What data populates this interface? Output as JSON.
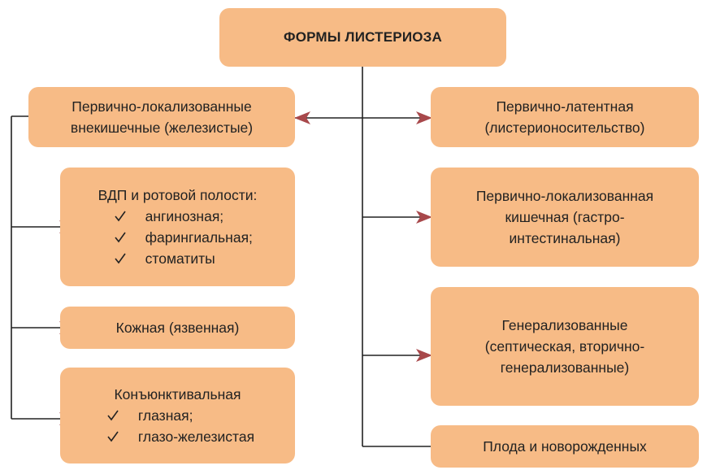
{
  "title": "ФОРМЫ ЛИСТЕРИОЗА",
  "left_column": {
    "primary_local": {
      "lines": [
        "Первично-локализованные",
        "внекишечные (железистые)"
      ]
    },
    "upper_resp": {
      "heading": "ВДП и ротовой полости:",
      "items": [
        "ангинозная;",
        "фарингиальная;",
        "стоматиты"
      ]
    },
    "skin": {
      "label": "Кожная (язвенная)"
    },
    "conjunctival": {
      "heading": "Конъюнктивальная",
      "items": [
        "глазная;",
        "глазо-железистая"
      ]
    }
  },
  "right_column": {
    "latent": {
      "lines": [
        "Первично-латентная",
        "(листерионосительство)"
      ]
    },
    "intestinal": {
      "lines": [
        "Первично-локализованная",
        "кишечная (гастро-",
        "интестинальная)"
      ]
    },
    "generalized": {
      "lines": [
        "Генерализованные",
        "(септическая, вторично-",
        "генерализованные)"
      ]
    },
    "newborn": {
      "label": "Плода и новорожденных"
    }
  },
  "colors": {
    "box_fill": "#f7bb86",
    "line": "#222222",
    "arrow": "#a8484b",
    "check": "#222222"
  }
}
